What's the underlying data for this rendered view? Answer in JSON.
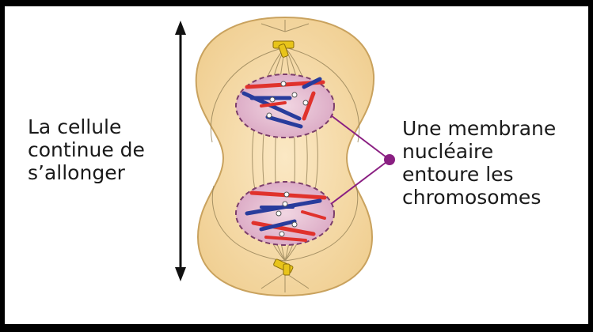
{
  "left_label": {
    "lines": [
      "La cellule",
      "continue de",
      "s’allonger"
    ]
  },
  "right_label": {
    "lines": [
      "Une membrane",
      "nucléaire",
      "entoure les",
      "chromosomes"
    ]
  },
  "colors": {
    "cytoplasm": "#f5d9a6",
    "cell_outline": "#c9a25e",
    "nucleus_fill": "#e7bfd0",
    "nucleus_outline": "#7b3d6a",
    "chromosome_red": "#e0322c",
    "chromosome_blue": "#283c9c",
    "centrosome": "#e8c41a",
    "pointer": "#8a1f82"
  }
}
